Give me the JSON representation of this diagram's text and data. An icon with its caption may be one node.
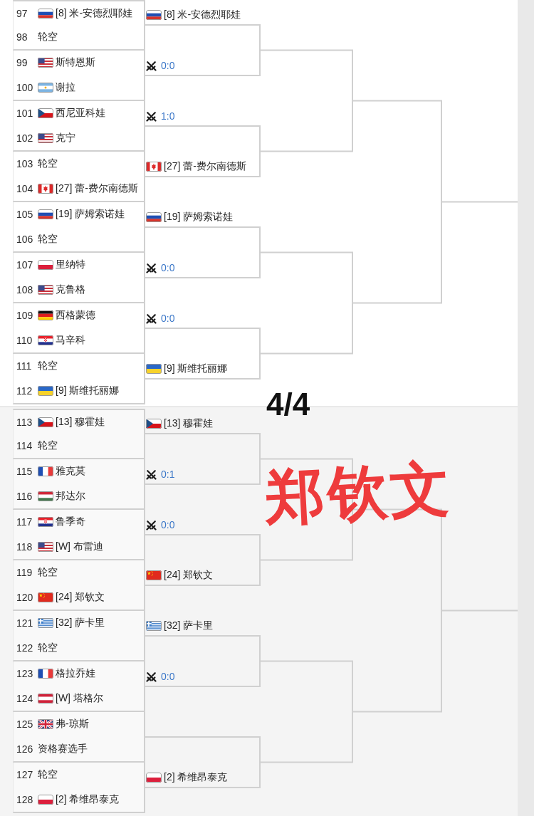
{
  "diagram": {
    "nodes": [
      {
        "text": [
          "97",
          "[8] 米-安德烈耶娃",
          "98",
          "轮空"
        ]
      },
      {
        "text": [
          "99",
          "斯特恩斯",
          "100",
          "谢拉"
        ]
      },
      {
        "text": [
          "101",
          "西尼亚科娃",
          "102",
          "克宁"
        ]
      },
      {
        "text": [
          "103",
          "轮空",
          "104",
          "[27] 蕾-费尔南德斯"
        ]
      },
      {
        "text": [
          "105",
          "[19] 萨姆索诺娃",
          "106",
          "轮空"
        ]
      },
      {
        "text": [
          "107",
          "里纳特",
          "108",
          "克鲁格"
        ]
      },
      {
        "text": [
          "109",
          "西格蒙德",
          "110",
          "马辛科"
        ]
      },
      {
        "text": [
          "111",
          "轮空",
          "112",
          "[9] 斯维托丽娜"
        ]
      },
      {
        "text": [
          "113",
          "[13] 穆霍娃",
          "114",
          "轮空"
        ]
      },
      {
        "text": [
          "115",
          "雅克莫",
          "116",
          "邦达尔"
        ]
      },
      {
        "text": [
          "117",
          "鲁季奇",
          "118",
          "[W] 布雷迪"
        ]
      },
      {
        "text": [
          "119",
          "轮空",
          "120",
          "[24] 郑钦文"
        ]
      },
      {
        "text": [
          "121",
          "[32] 萨卡里",
          "122",
          "轮空"
        ]
      },
      {
        "text": [
          "123",
          "格拉乔娃",
          "124",
          "[W] 塔格尔"
        ]
      },
      {
        "text": [
          "125",
          "弗-琼斯",
          "126",
          "资格赛选手"
        ]
      },
      {
        "text": [
          "127",
          "轮空",
          "128",
          "[2] 希维昂泰克"
        ]
      },
      {
        "text": [
          "[8] 米-安德烈耶娃"
        ]
      },
      {
        "text": [
          "0:0"
        ]
      },
      {
        "text": [
          "1:0"
        ]
      },
      {
        "text": [
          "[27] 蕾-费尔南德斯"
        ]
      },
      {
        "text": [
          "[19] 萨姆索诺娃"
        ]
      },
      {
        "text": [
          "0:0"
        ]
      },
      {
        "text": [
          "0:0"
        ]
      },
      {
        "text": [
          "[9] 斯维托丽娜"
        ]
      },
      {
        "text": [
          "[13] 穆霍娃"
        ]
      },
      {
        "text": [
          "0:1"
        ]
      },
      {
        "text": [
          "0:0"
        ]
      },
      {
        "text": [
          "[24] 郑钦文"
        ]
      },
      {
        "text": [
          "[32] 萨卡里"
        ]
      },
      {
        "text": [
          "0:0"
        ]
      },
      {
        "text": [],
        "shape": "line"
      },
      {
        "text": [
          "[2] 希维昂泰克"
        ]
      }
    ],
    "edges": [
      {
        "from": 16,
        "to": 17,
        "arrow": "none"
      },
      {
        "from": 18,
        "to": 19,
        "arrow": "none"
      },
      {
        "from": 20,
        "to": 21,
        "arrow": "none"
      },
      {
        "from": 22,
        "to": 23,
        "arrow": "none"
      },
      {
        "from": 24,
        "to": 25,
        "arrow": "none"
      },
      {
        "from": 26,
        "to": 27,
        "arrow": "none"
      },
      {
        "from": 28,
        "to": 29,
        "arrow": "none"
      },
      {
        "from": 30,
        "to": 31,
        "arrow": "none"
      }
    ],
    "labels": [
      "4/4",
      "郑钦文"
    ]
  }
}
